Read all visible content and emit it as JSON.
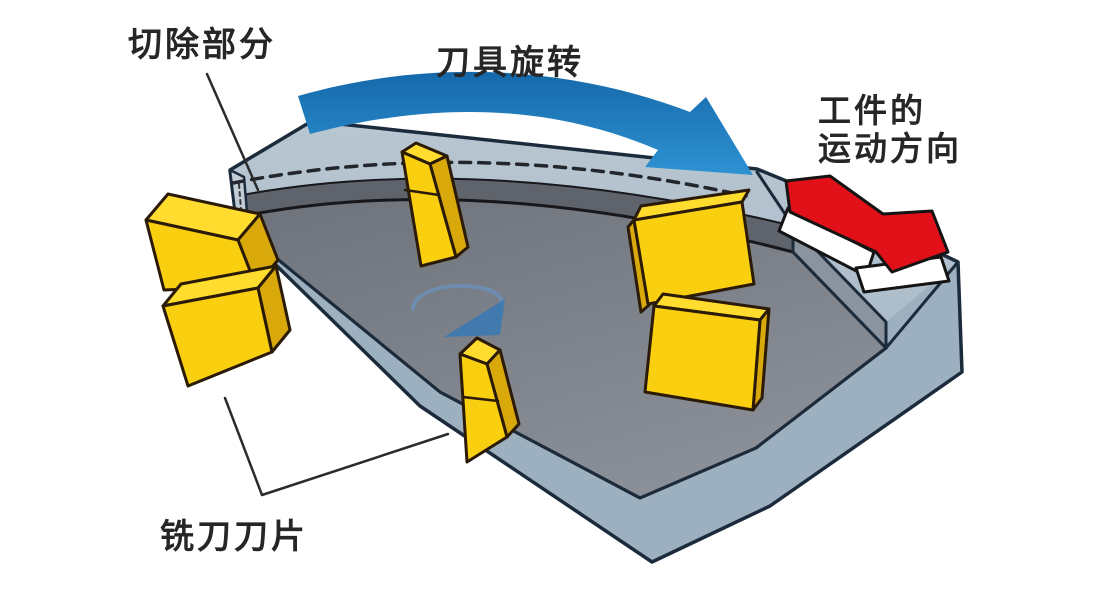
{
  "figure": {
    "type": "technical-diagram",
    "subject": "face-milling-process",
    "insert_count": 6
  },
  "labels": {
    "cut_portion": "切除部分",
    "tool_rotation": "刀具旋转",
    "workpiece_direction_line1": "工件的",
    "workpiece_direction_line2": "运动方向",
    "cutter_inserts": "铣刀刀片"
  },
  "icons": {
    "tool_rotation_arrow": "curved-blue-arrow-clockwise",
    "spindle_rotation_arrow": "small-elliptical-arc-arrow",
    "workpiece_feed_arrow": "red-3d-ribbon-arrow-down-right",
    "cut_line": "dashed-arc"
  },
  "colors": {
    "background": "#ffffff",
    "block_top": "#aebecb",
    "block_front": "#9db0c0",
    "block_outline": "#1c2b3c",
    "block_sliver": "#c2ccd5",
    "floor_dark": "#73777f",
    "floor_light": "#8a8e96",
    "wall_gray": "#5f636b",
    "step_gray": "#8b939e",
    "insert_yellow": "#f9cf10",
    "insert_top": "#ffdc2e",
    "insert_side": "#d9a90b",
    "insert_outline": "#2a1a06",
    "rotation_blue_dark": "#1569aa",
    "rotation_blue": "#2e92d2",
    "spindle_blue": "#3c79b3",
    "spindle_arc": "#6b90b9",
    "feed_red": "#e21018",
    "arrow_outline": "#141414",
    "leader": "#2b2b2b",
    "text": "#262626"
  }
}
